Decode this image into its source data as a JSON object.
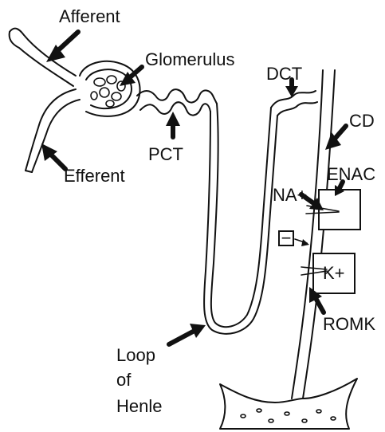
{
  "labels": {
    "afferent": "Afferent",
    "glomerulus": "Glomerulus",
    "efferent": "Efferent",
    "pct": "PCT",
    "dct": "DCT",
    "cd": "CD",
    "enac": "ENAC",
    "na": "NA+",
    "minus": "−",
    "k": "K+",
    "romk": "ROMK",
    "loop_line1": "Loop",
    "loop_line2": "of",
    "loop_line3": "Henle"
  },
  "colors": {
    "ink": "#111111",
    "background": "#ffffff"
  }
}
